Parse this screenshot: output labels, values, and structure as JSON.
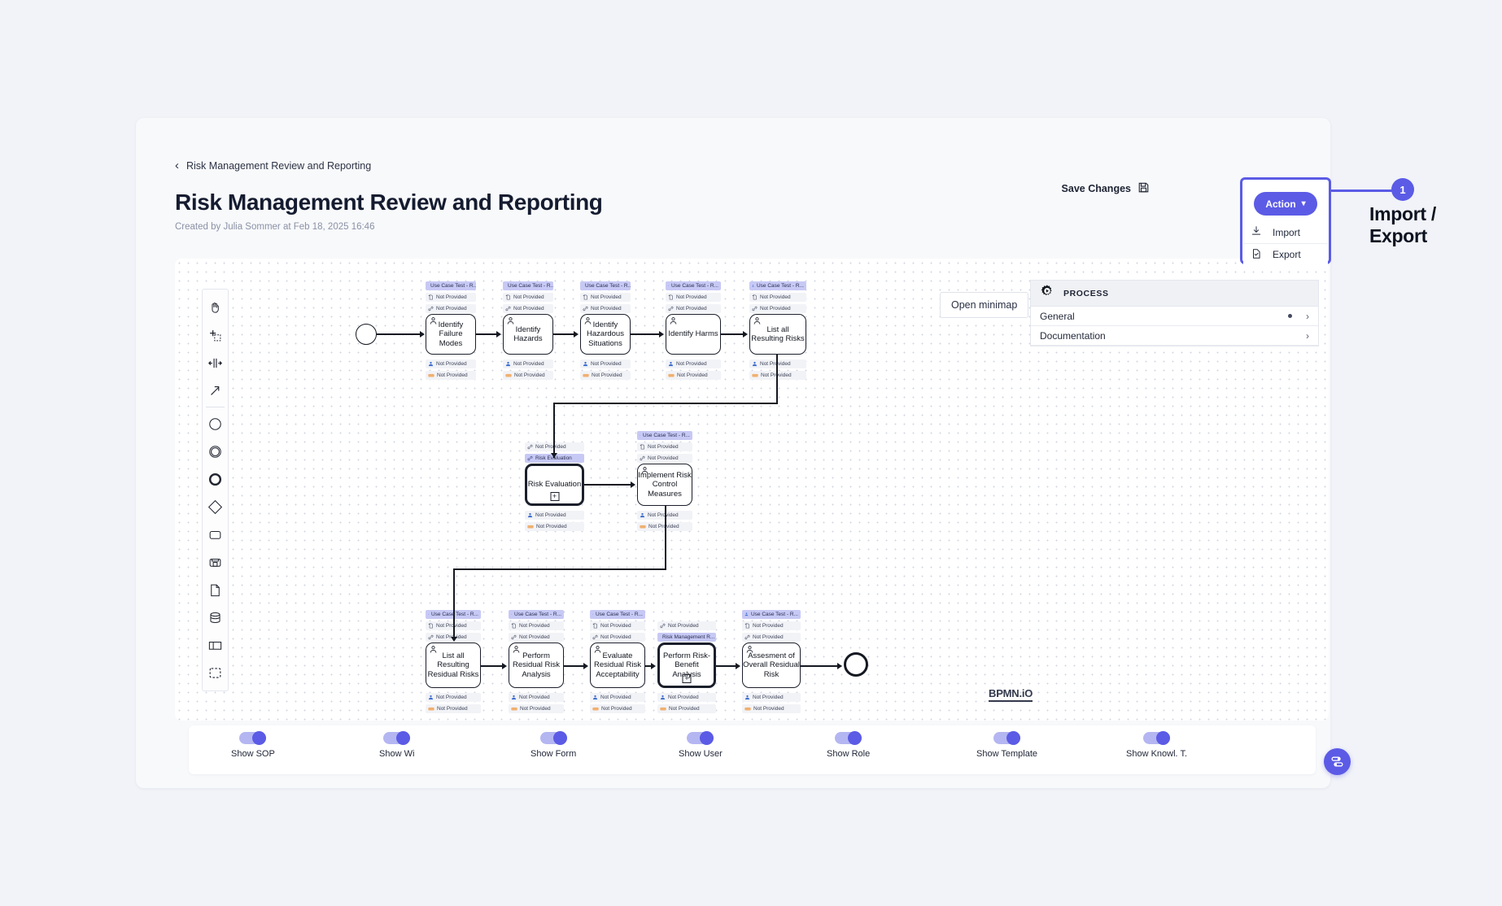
{
  "breadcrumb": {
    "label": "Risk Management Review and Reporting",
    "back_icon": "chevron-left-icon"
  },
  "header": {
    "title": "Risk Management Review and Reporting",
    "subtitle": "Created by Julia Sommer at Feb 18, 2025 16:46",
    "save_label": "Save Changes",
    "save_icon": "save-disk-icon",
    "action_label": "Action",
    "action_caret": "chevron-down-icon",
    "accent_color": "#5b5be6"
  },
  "action_menu": {
    "items": [
      {
        "label": "Import",
        "icon": "download-icon"
      },
      {
        "label": "Export",
        "icon": "file-check-icon"
      }
    ]
  },
  "annotation": {
    "number": "1",
    "label": "Import / Export"
  },
  "palette": {
    "tools": [
      {
        "name": "hand-tool-icon"
      },
      {
        "name": "lasso-tool-icon"
      },
      {
        "name": "space-tool-icon"
      },
      {
        "name": "global-connect-icon"
      },
      {
        "name": "start-event-icon"
      },
      {
        "name": "intermediate-event-icon"
      },
      {
        "name": "end-event-icon"
      },
      {
        "name": "gateway-icon"
      },
      {
        "name": "task-icon"
      },
      {
        "name": "subprocess-icon"
      },
      {
        "name": "data-object-icon"
      },
      {
        "name": "data-store-icon"
      },
      {
        "name": "participant-icon"
      },
      {
        "name": "group-icon"
      }
    ]
  },
  "canvas": {
    "minimap_label": "Open minimap",
    "logo": "BPMN.iO",
    "meta_not_provided": "Not Provided",
    "badge_use_case": "Use Case Test - R...",
    "nodes": [
      {
        "id": "n1",
        "label": "Identify Failure Modes",
        "type": "task",
        "badge": "Use Case Test - R..."
      },
      {
        "id": "n2",
        "label": "Identify Hazards",
        "type": "task",
        "badge": "Use Case Test - R..."
      },
      {
        "id": "n3",
        "label": "Identify Hazardous Situations",
        "type": "task",
        "badge": "Use Case Test - R..."
      },
      {
        "id": "n4",
        "label": "Identify Harms",
        "type": "task",
        "badge": "Use Case Test - R..."
      },
      {
        "id": "n5",
        "label": "List all Resulting Risks",
        "type": "task",
        "badge": "Use Case Test - R..."
      },
      {
        "id": "n6",
        "label": "Risk Evaluation",
        "type": "subprocess",
        "badge": "Risk Evaluation"
      },
      {
        "id": "n7",
        "label": "Implement Risk Control Measures",
        "type": "task",
        "badge": "Use Case Test - R..."
      },
      {
        "id": "n8",
        "label": "List all Resulting Residual Risks",
        "type": "task",
        "badge": "Use Case Test - R..."
      },
      {
        "id": "n9",
        "label": "Perform Residual Risk Analysis",
        "type": "task",
        "badge": "Use Case Test - R..."
      },
      {
        "id": "n10",
        "label": "Evaluate Residual Risk Acceptability",
        "type": "task",
        "badge": "Use Case Test - R..."
      },
      {
        "id": "n11",
        "label": "Perform Risk-Benefit Analysis",
        "type": "subprocess",
        "badge": "Risk Management R..."
      },
      {
        "id": "n12",
        "label": "Assesment of Overall Residual Risk",
        "type": "task",
        "badge": "Use Case Test - R..."
      }
    ]
  },
  "properties": {
    "icon": "process-gear-icon",
    "title": "PROCESS",
    "rows": [
      {
        "label": "General",
        "has_dot": true
      },
      {
        "label": "Documentation",
        "has_dot": false
      }
    ]
  },
  "toggles": [
    {
      "label": "Show SOP",
      "on": true
    },
    {
      "label": "Show Wi",
      "on": true
    },
    {
      "label": "Show Form",
      "on": true
    },
    {
      "label": "Show User",
      "on": true
    },
    {
      "label": "Show Role",
      "on": true
    },
    {
      "label": "Show Template",
      "on": true
    },
    {
      "label": "Show Knowl. T.",
      "on": true
    }
  ],
  "fab": {
    "icon": "sliders-icon"
  }
}
